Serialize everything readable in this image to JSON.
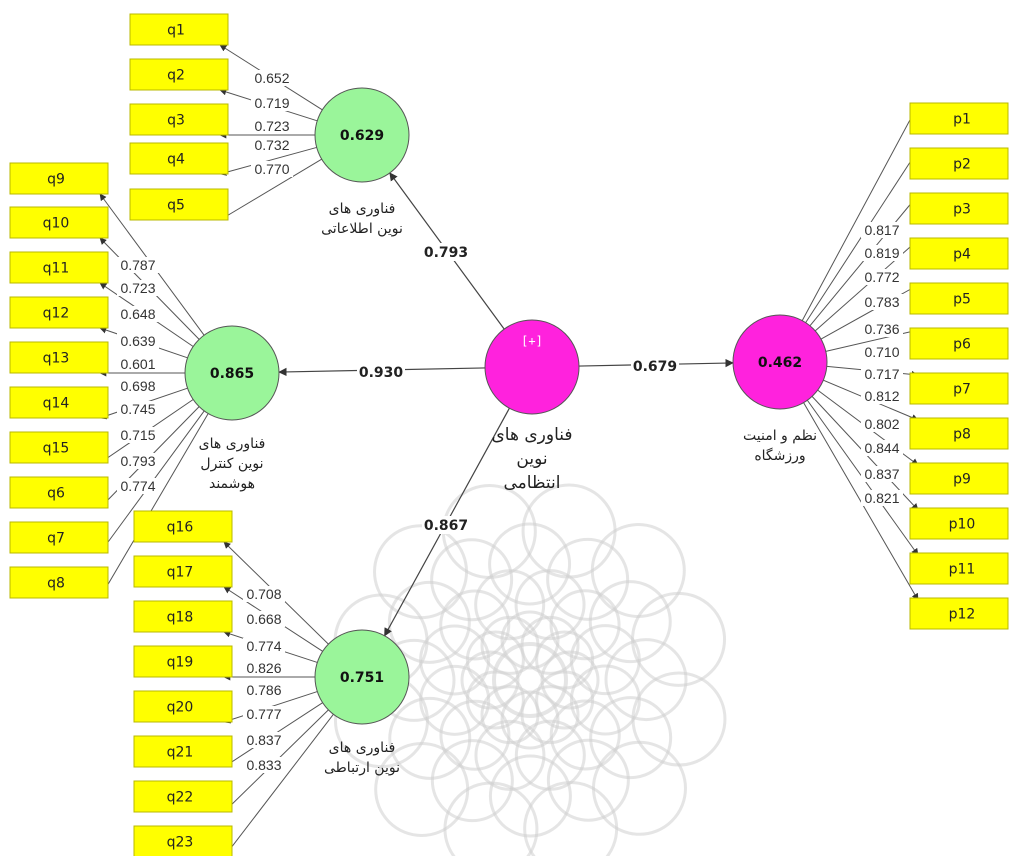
{
  "colors": {
    "indicator_fill": "#ffff00",
    "construct_green": "#9af59a",
    "construct_magenta": "#ff22dd",
    "watermark": "#d0d0d0"
  },
  "center": {
    "id": "C",
    "lines": [
      "فناوری های",
      "نوین",
      "انتظامی"
    ],
    "badge": "[+]",
    "r2": ""
  },
  "constructs": [
    {
      "id": "A",
      "lines": [
        "فناوری های",
        "نوین اطلاعاتی"
      ],
      "r2": "0.629"
    },
    {
      "id": "B",
      "lines": [
        "فناوری های",
        "نوین کنترل",
        "هوشمند"
      ],
      "r2": "0.865"
    },
    {
      "id": "D",
      "lines": [
        "فناوری های",
        "نوین ارتباطی"
      ],
      "r2": "0.751"
    },
    {
      "id": "E",
      "lines": [
        "نظم و امنیت",
        "ورزشگاه"
      ],
      "r2": "0.462"
    }
  ],
  "paths": [
    {
      "from": "C",
      "to": "A",
      "value": "0.793"
    },
    {
      "from": "C",
      "to": "B",
      "value": "0.930"
    },
    {
      "from": "C",
      "to": "D",
      "value": "0.867"
    },
    {
      "from": "C",
      "to": "E",
      "value": "0.679"
    }
  ],
  "indicators": {
    "A": [
      {
        "name": "q1",
        "loading": "0.652"
      },
      {
        "name": "q2",
        "loading": "0.719"
      },
      {
        "name": "q3",
        "loading": "0.723"
      },
      {
        "name": "q4",
        "loading": "0.732"
      },
      {
        "name": "q5",
        "loading": "0.770"
      }
    ],
    "B": [
      {
        "name": "q9",
        "loading": "0.787"
      },
      {
        "name": "q10",
        "loading": "0.723"
      },
      {
        "name": "q11",
        "loading": "0.648"
      },
      {
        "name": "q12",
        "loading": "0.639"
      },
      {
        "name": "q13",
        "loading": "0.601"
      },
      {
        "name": "q14",
        "loading": "0.698"
      },
      {
        "name": "q15",
        "loading": "0.745"
      },
      {
        "name": "q6",
        "loading": "0.715"
      },
      {
        "name": "q7",
        "loading": "0.793"
      },
      {
        "name": "q8",
        "loading": "0.774"
      }
    ],
    "D": [
      {
        "name": "q16",
        "loading": "0.708"
      },
      {
        "name": "q17",
        "loading": "0.668"
      },
      {
        "name": "q18",
        "loading": "0.774"
      },
      {
        "name": "q19",
        "loading": "0.826"
      },
      {
        "name": "q20",
        "loading": "0.786"
      },
      {
        "name": "q21",
        "loading": "0.777"
      },
      {
        "name": "q22",
        "loading": "0.837"
      },
      {
        "name": "q23",
        "loading": "0.833"
      }
    ],
    "E": [
      {
        "name": "p1",
        "loading": "0.817"
      },
      {
        "name": "p2",
        "loading": "0.819"
      },
      {
        "name": "p3",
        "loading": "0.772"
      },
      {
        "name": "p4",
        "loading": "0.783"
      },
      {
        "name": "p5",
        "loading": "0.736"
      },
      {
        "name": "p6",
        "loading": "0.710"
      },
      {
        "name": "p7",
        "loading": "0.717"
      },
      {
        "name": "p8",
        "loading": "0.812"
      },
      {
        "name": "p9",
        "loading": "0.802"
      },
      {
        "name": "p10",
        "loading": "0.844"
      },
      {
        "name": "p11",
        "loading": "0.837"
      },
      {
        "name": "p12",
        "loading": "0.821"
      }
    ]
  }
}
